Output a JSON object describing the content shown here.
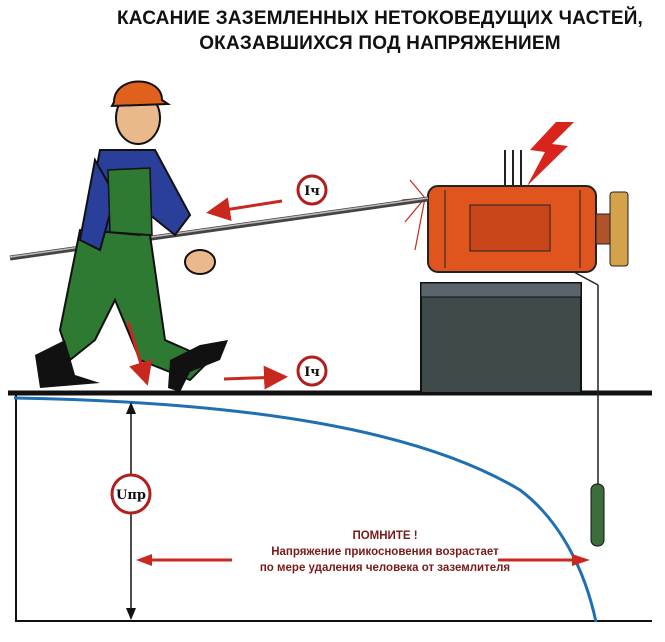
{
  "title": {
    "line1": "КАСАНИЕ ЗАЗЕМЛЕННЫХ НЕТОКОВЕДУЩИХ ЧАСТЕЙ,",
    "line2": "ОКАЗАВШИХСЯ ПОД НАПРЯЖЕНИЕМ"
  },
  "labels": {
    "current_top": "Iч",
    "current_bottom": "Iч",
    "touch_voltage": "Uпр"
  },
  "note": {
    "heading": "ПОМНИТЕ !",
    "line1": "Напряжение прикосновения возрастает",
    "line2": "по мере удаления человека от заземлителя"
  },
  "colors": {
    "arrow": "#c8281e",
    "curve": "#1f6fb3",
    "motor": "#e0541e",
    "base": "#3f4a4a",
    "overalls": "#2f7a33",
    "shirt": "#2a3f9a"
  }
}
